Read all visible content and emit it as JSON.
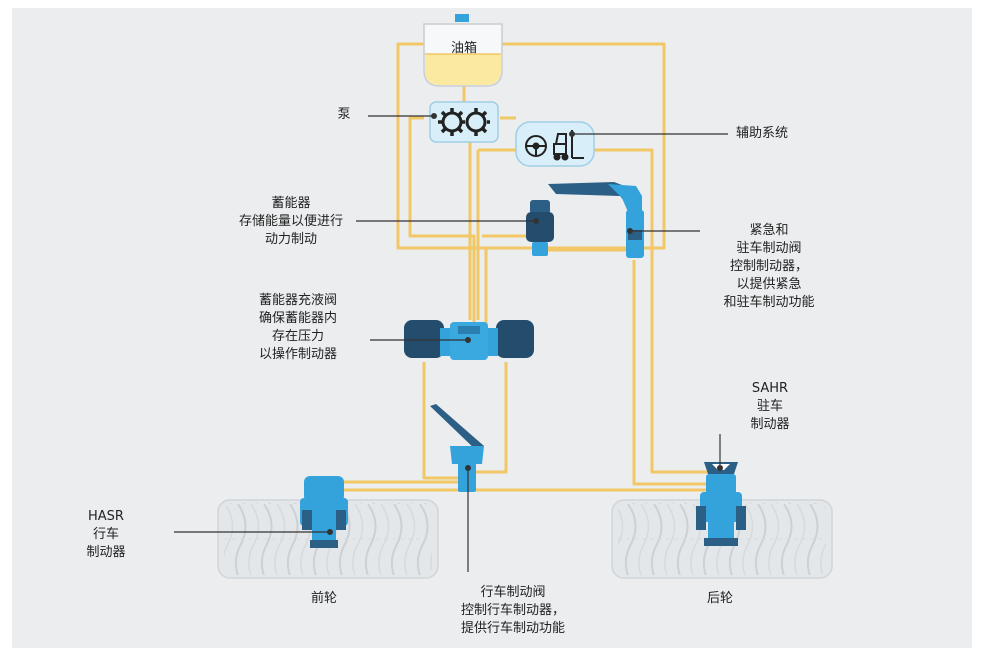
{
  "colors": {
    "panel": "#ebedef",
    "pipe": "#f2c766",
    "component": "#34a3dc",
    "component_dark": "#2b5f86",
    "accent_box": "#d8eef8",
    "tank_fluid": "#fbe9a2",
    "tire": "#dfe3e6",
    "leader": "#333333"
  },
  "icons": {
    "pump": "gear-pair-icon",
    "aux": "steering-wheel-forklift-icon"
  },
  "labels": {
    "tank": "油箱",
    "pump": "泵",
    "aux_system": "辅助系统",
    "accumulator": [
      "蓄能器",
      "存储能量以便进行",
      "动力制动"
    ],
    "charging_valve": [
      "蓄能器充液阀",
      "确保蓄能器内",
      "存在压力",
      "以操作制动器"
    ],
    "emergency_valve": [
      "紧急和",
      "驻车制动阀",
      "控制制动器，",
      "以提供紧急",
      "和驻车制动功能"
    ],
    "sahr": [
      "SAHR",
      "驻车",
      "制动器"
    ],
    "hasr": [
      "HASR",
      "行车",
      "制动器"
    ],
    "front_wheel": "前轮",
    "rear_wheel": "后轮",
    "service_valve": [
      "行车制动阀",
      "控制行车制动器，",
      "提供行车制动功能"
    ]
  }
}
